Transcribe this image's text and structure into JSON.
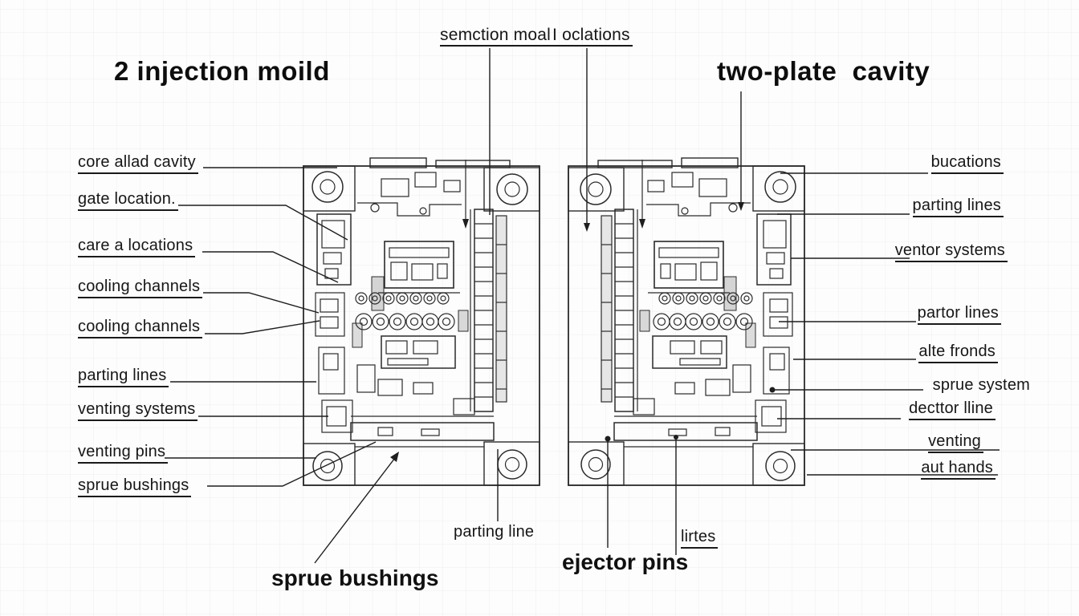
{
  "titles": {
    "left": "2 injection moild",
    "right": "two-plate  cavity"
  },
  "top_labels": {
    "first": "semction moal",
    "second": "I oclations"
  },
  "left_labels": [
    "core allad cavity",
    "gate location.",
    "care a locations",
    "cooling channels",
    "cooling channels",
    "parting lines",
    "venting systems",
    "venting pins",
    "sprue bushings"
  ],
  "right_labels": [
    "bucations",
    "parting lines",
    "ventor systems",
    "partor lines",
    "alte fronds",
    "sprue system",
    "decttor lline",
    "venting",
    "aut hands"
  ],
  "bottom_labels": {
    "parting_line": "parting line",
    "sprue_bushings": "sprue bushings",
    "ejector_pins": "ejector pins",
    "lirtes": "lirtes"
  },
  "colors": {
    "line": "#2b2b2b",
    "leader": "#1e1e1e",
    "text": "#141414",
    "background": "#fdfdfd"
  }
}
